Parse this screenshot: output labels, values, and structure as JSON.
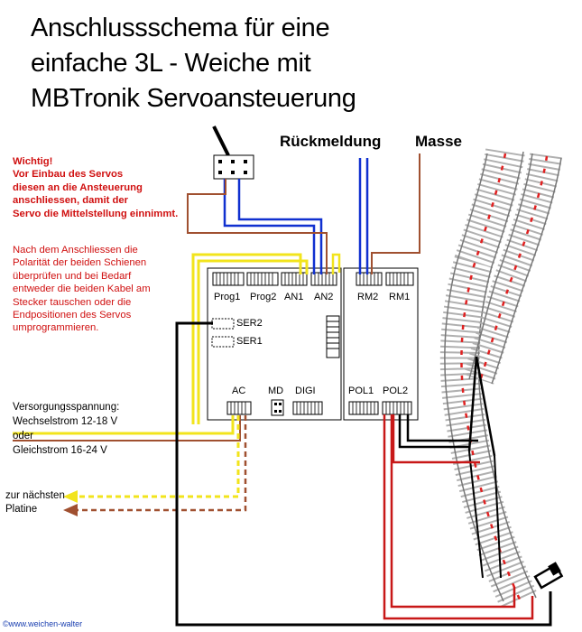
{
  "title": {
    "line1": "Anschlussschema für eine",
    "line2": "einfache 3L - Weiche mit",
    "line3": "MBTronik Servoansteuerung"
  },
  "notes": {
    "important_head": "Wichtig!",
    "important_lines": [
      "Vor Einbau des Servos",
      "diesen an die Ansteuerung",
      "anschliessen, damit der",
      "Servo die Mittelstellung einnimmt."
    ],
    "polarity_lines": [
      "Nach dem Anschliessen die",
      "Polarität der beiden Schienen",
      "überprüfen und bei Bedarf",
      "entweder die beiden Kabel am",
      "Stecker tauschen oder die",
      "Endpositionen des Servos",
      "umprogrammieren."
    ]
  },
  "wire_labels": {
    "feedback": "Rückmeldung",
    "ground": "Masse"
  },
  "board_left": {
    "connectors": [
      "Prog1",
      "Prog2",
      "AN1",
      "AN2"
    ],
    "servo_ports": [
      "SER2",
      "SER1"
    ],
    "bottom": [
      "AC",
      "MD",
      "DIGI"
    ]
  },
  "board_right": {
    "connectors": [
      "RM2",
      "RM1"
    ],
    "bottom": [
      "POL1",
      "POL2"
    ]
  },
  "supply": {
    "lines": [
      "Versorgungsspannung:",
      "Wechselstrom 12-18 V",
      "oder",
      "Gleichstrom 16-24 V"
    ]
  },
  "next_board": {
    "lines": [
      "zur nächsten",
      "Platine"
    ]
  },
  "copyright": "©www.weichen-walter",
  "colors": {
    "blue": "#1030d0",
    "yellow": "#f2e41c",
    "brown": "#a05030",
    "red": "#c81818",
    "black": "#000000",
    "note_red": "#d01010",
    "track_sleeper": "#a8a8a8",
    "track_red_dash": "#e02020"
  }
}
